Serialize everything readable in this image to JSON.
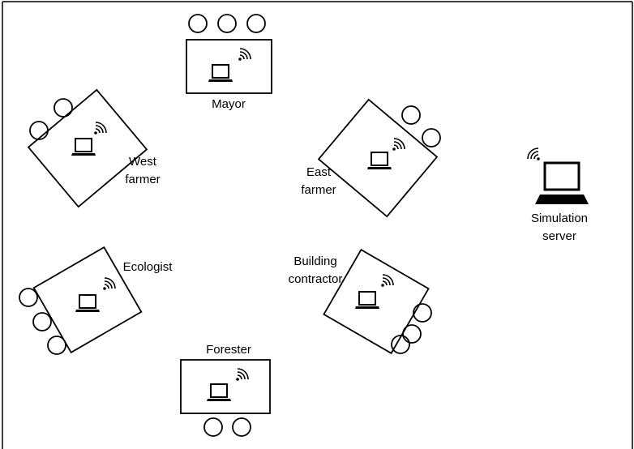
{
  "diagram": {
    "stations": [
      {
        "id": "mayor",
        "lines": [
          "Mayor"
        ]
      },
      {
        "id": "west-farmer",
        "lines": [
          "West",
          "farmer"
        ]
      },
      {
        "id": "east-farmer",
        "lines": [
          "East",
          "farmer"
        ]
      },
      {
        "id": "ecologist",
        "lines": [
          "Ecologist"
        ]
      },
      {
        "id": "building-contractor",
        "lines": [
          "Building",
          "contractor"
        ]
      },
      {
        "id": "forester",
        "lines": [
          "Forester"
        ]
      }
    ],
    "server": {
      "lines": [
        "Simulation",
        "server"
      ]
    }
  }
}
